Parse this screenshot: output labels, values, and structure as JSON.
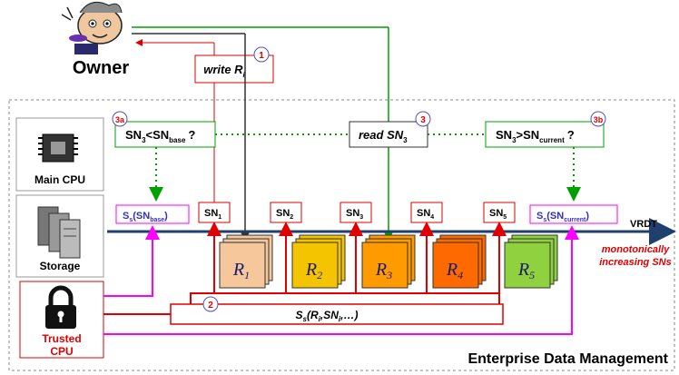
{
  "owner": {
    "label": "Owner"
  },
  "write_box": {
    "label": "write R",
    "subscript": "i",
    "step": "1"
  },
  "read_box": {
    "label": "read SN",
    "subscript": "3",
    "step": "3"
  },
  "check_base": {
    "text_a": "SN",
    "sub_a": "3",
    "op": "<",
    "text_b": "SN",
    "sub_b": "base",
    "q": "?",
    "step": "3a"
  },
  "check_current": {
    "text_a": "SN",
    "sub_a": "3",
    "op": ">",
    "text_b": "SN",
    "sub_b": "current",
    "q": "?",
    "step": "3b"
  },
  "sidebar": {
    "main_cpu": "Main CPU",
    "storage": "Storage",
    "trusted_cpu_line1": "Trusted",
    "trusted_cpu_line2": "CPU"
  },
  "sn_boxes": [
    {
      "text": "SN",
      "sub": "1"
    },
    {
      "text": "SN",
      "sub": "2"
    },
    {
      "text": "SN",
      "sub": "3"
    },
    {
      "text": "SN",
      "sub": "4"
    },
    {
      "text": "SN",
      "sub": "5"
    }
  ],
  "sig_base": {
    "s": "S",
    "s_sub": "s",
    "open": "(SN",
    "sub": "base",
    "close": ")"
  },
  "sig_current": {
    "s": "S",
    "s_sub": "s",
    "open": "(SN",
    "sub": "current",
    "close": ")"
  },
  "records": [
    {
      "r": "R",
      "sub": "1",
      "color": "#f5c79a"
    },
    {
      "r": "R",
      "sub": "2",
      "color": "#f5c400"
    },
    {
      "r": "R",
      "sub": "3",
      "color": "#ff9a00"
    },
    {
      "r": "R",
      "sub": "4",
      "color": "#ff6a00"
    },
    {
      "r": "R",
      "sub": "5",
      "color": "#8fd13f"
    }
  ],
  "vrdt_label": "VRDT",
  "monotonic_line1": "monotonically",
  "monotonic_line2": "increasing SNs",
  "signature_box": {
    "s": "S",
    "s_sub": "s",
    "body": "(R",
    "i_sub": "i",
    "mid": ",SN",
    "i2_sub": "i",
    "tail": ",…)"
  },
  "step2": "2",
  "region_title": "Enterprise Data Management",
  "colors": {
    "red": "#e00000",
    "green": "#00a000",
    "navy": "#1f3f6f",
    "magenta": "#ff00ff",
    "gray": "#333333"
  }
}
